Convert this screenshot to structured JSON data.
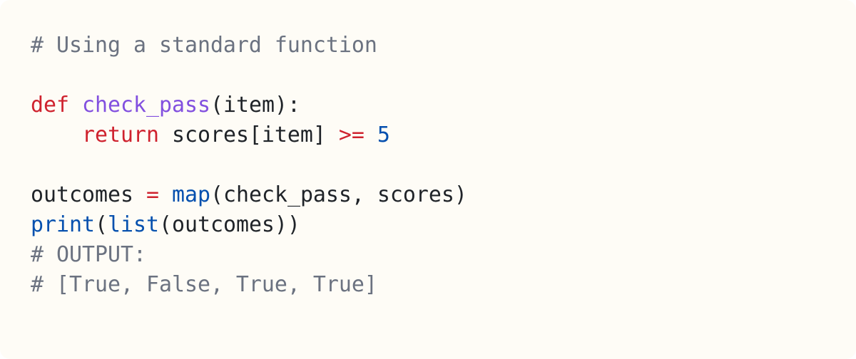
{
  "colors": {
    "background": "#fefcf6",
    "text": "#1f2328",
    "comment": "#6b7280",
    "keyword": "#cf222e",
    "function_name": "#8250df",
    "builtin": "#0550ae",
    "number": "#0550ae"
  },
  "code": {
    "line1": {
      "comment": "# Using a standard function"
    },
    "line3": {
      "kw": "def",
      "sp": " ",
      "fn": "check_pass",
      "rest": "(item):"
    },
    "line4": {
      "indent": "    ",
      "kw": "return",
      "mid": " scores[item] ",
      "op": ">=",
      "sp": " ",
      "num": "5"
    },
    "line6": {
      "var": "outcomes ",
      "op": "=",
      "sp": " ",
      "bi": "map",
      "rest": "(check_pass, scores)"
    },
    "line7": {
      "bi1": "print",
      "p1": "(",
      "bi2": "list",
      "rest": "(outcomes))"
    },
    "line8": {
      "comment": "# OUTPUT:"
    },
    "line9": {
      "comment": "# [True, False, True, True]"
    }
  }
}
